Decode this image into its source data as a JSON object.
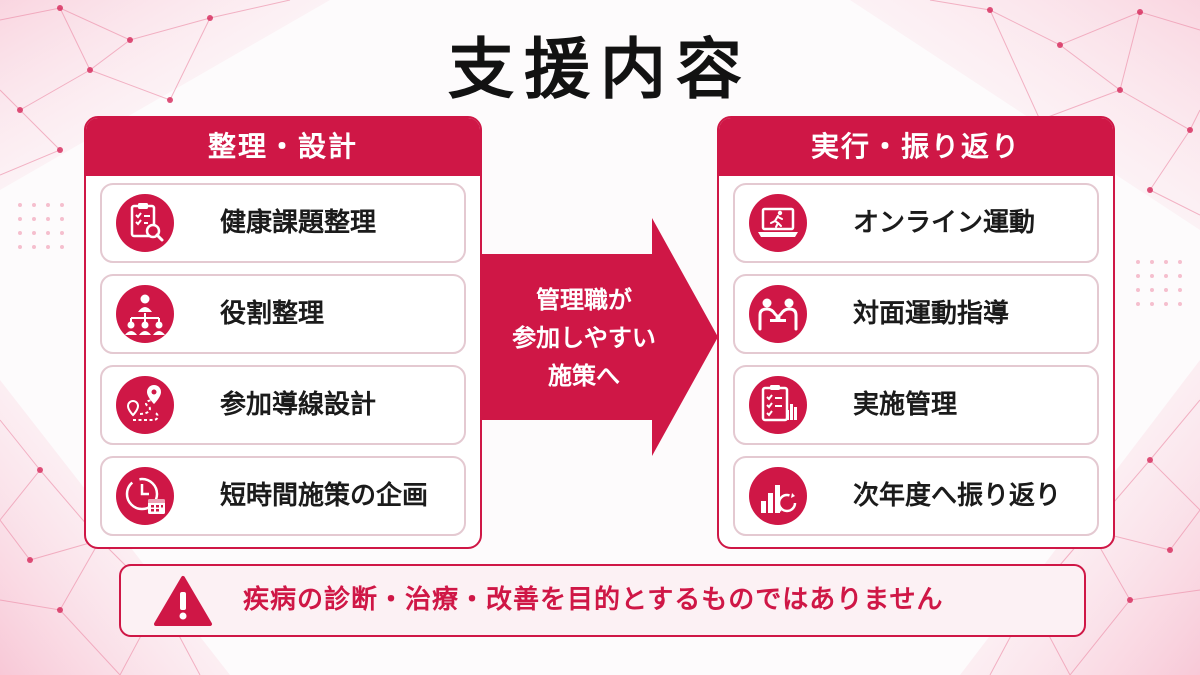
{
  "title": "支援内容",
  "left_panel": {
    "heading": "整理・設計",
    "items": [
      {
        "label": "健康課題整理",
        "icon": "clipboard-magnifier-icon"
      },
      {
        "label": "役割整理",
        "icon": "org-chart-people-icon"
      },
      {
        "label": "参加導線設計",
        "icon": "route-map-pin-icon"
      },
      {
        "label": "短時間施策の企画",
        "icon": "clock-calendar-icon"
      }
    ]
  },
  "arrow": {
    "lines": [
      "管理職が",
      "参加しやすい",
      "施策へ"
    ]
  },
  "right_panel": {
    "heading": "実行・振り返り",
    "items": [
      {
        "label": "オンライン運動",
        "icon": "laptop-runner-icon"
      },
      {
        "label": "対面運動指導",
        "icon": "handshake-people-icon"
      },
      {
        "label": "実施管理",
        "icon": "checklist-chart-icon"
      },
      {
        "label": "次年度へ振り返り",
        "icon": "bar-chart-refresh-icon"
      }
    ]
  },
  "notice": {
    "text": "疾病の診断・治療・改善を目的とするものではありません",
    "icon": "warning-triangle-icon"
  },
  "colors": {
    "accent": "#cf1746",
    "item_border": "#e4c9d1",
    "notice_bg": "#fcf1f4",
    "title": "#121212"
  }
}
